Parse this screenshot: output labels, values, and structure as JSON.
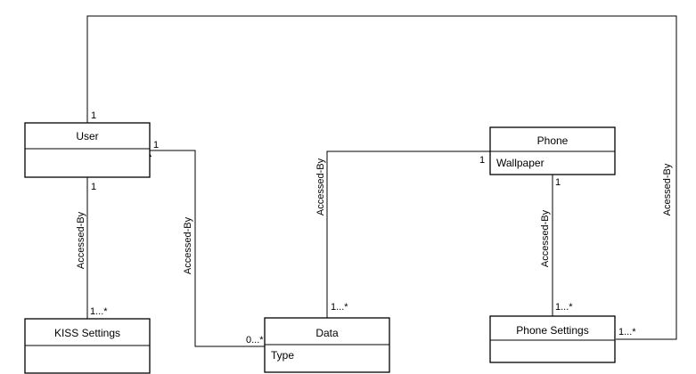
{
  "classes": {
    "user": {
      "name": "User",
      "attribute": ""
    },
    "kiss_settings": {
      "name": "KISS Settings",
      "attribute": ""
    },
    "data": {
      "name": "Data",
      "attribute": "Type"
    },
    "phone": {
      "name": "Phone",
      "attribute": "Wallpaper"
    },
    "phone_settings": {
      "name": "Phone Settings",
      "attribute": ""
    }
  },
  "associations": {
    "user_kiss": {
      "label": "Accessed-By",
      "source_mult": "1",
      "target_mult": "1...*"
    },
    "user_data": {
      "label": "Accessed-By",
      "source_mult": "1",
      "target_mult": "0...*"
    },
    "phone_data": {
      "label": "Accessed-By",
      "source_mult": "1",
      "target_mult": "1...*"
    },
    "phone_phonesettings": {
      "label": "Accessed-By",
      "source_mult": "1",
      "target_mult": "1...*"
    },
    "user_phonesettings": {
      "label": "Acessed-By",
      "source_mult": "1",
      "target_mult": "1...*"
    }
  },
  "colors": {
    "stroke": "#000000",
    "fill": "#ffffff",
    "text": "#000000"
  }
}
